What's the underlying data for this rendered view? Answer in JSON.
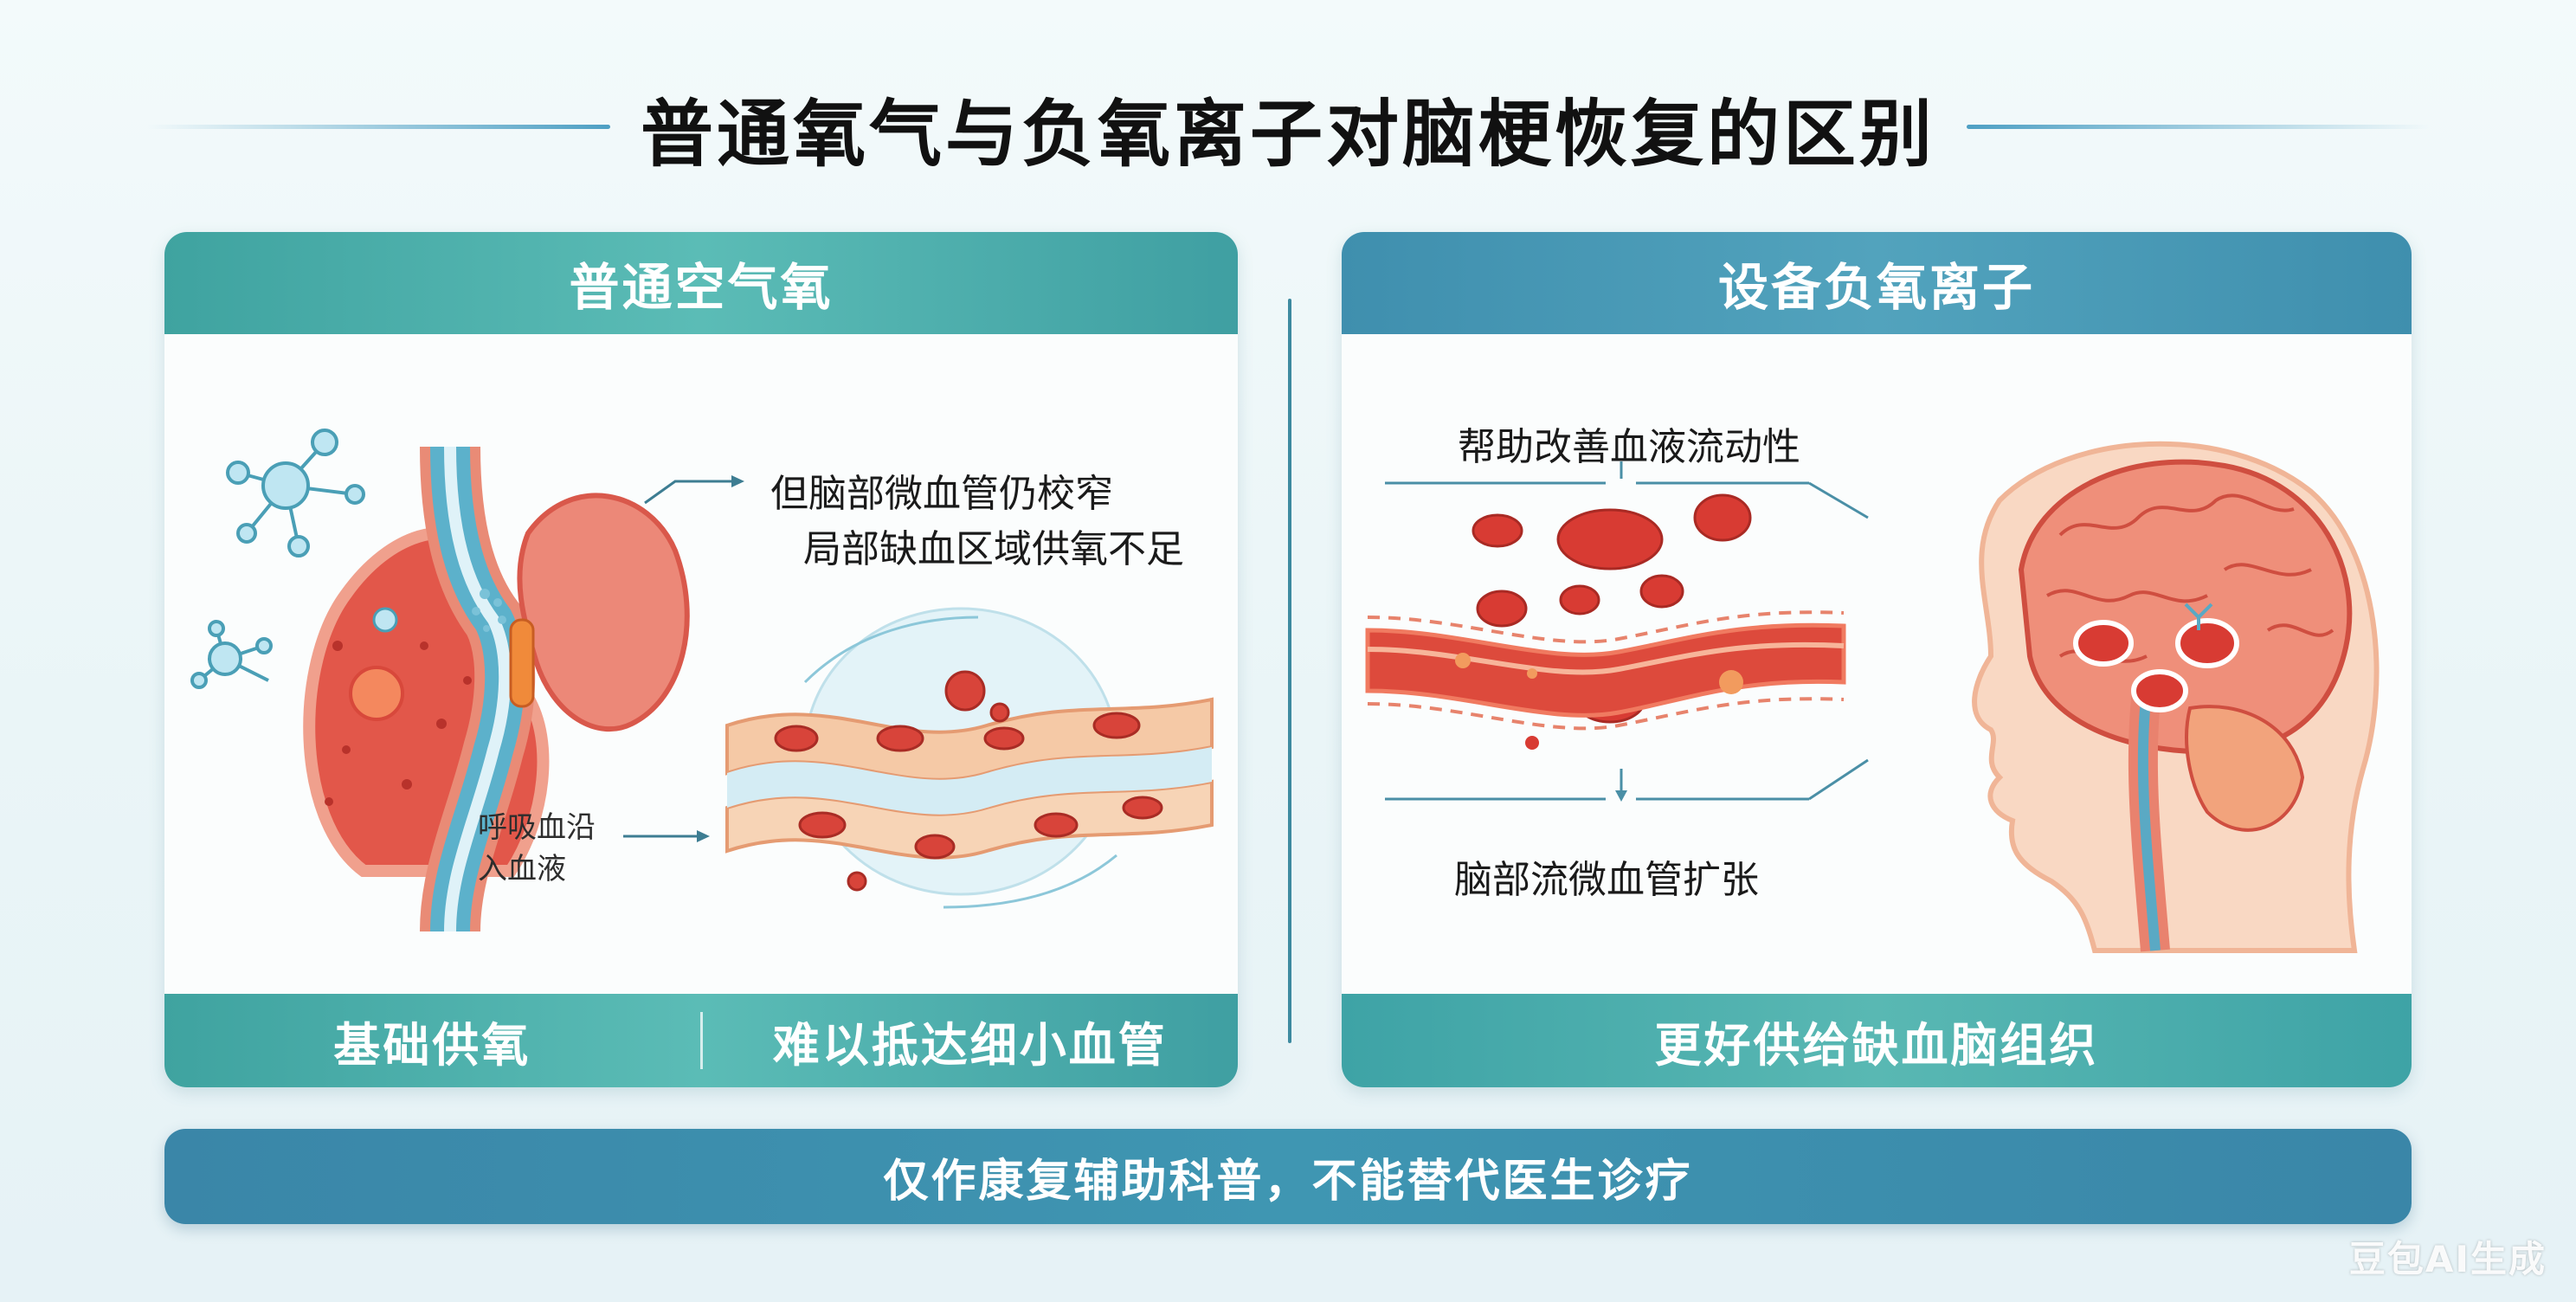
{
  "title": "普通氧气与负氧离子对脑梗恢复的区别",
  "left_panel": {
    "header": "普通空气氧",
    "label_top_1": "但脑部微血管仍校窄",
    "label_top_2": "局部缺血区域供氧不足",
    "label_small_1": "呼吸血沿",
    "label_small_2": "入血液",
    "footer_left": "基础供氧",
    "footer_right": "难以抵达细小血管"
  },
  "right_panel": {
    "header": "设备负氧离子",
    "label_top": "帮助改善血液流动性",
    "label_bottom": "脑部流微血管扩张",
    "footer": "更好供给缺血脑组织"
  },
  "disclaimer": "仅作康复辅助科普，不能替代医生诊疗",
  "watermark": "豆包AI生成",
  "colors": {
    "teal": "#4aafab",
    "blue": "#3f8fae",
    "red": "#d9443a",
    "lung": "#ee8a78"
  }
}
